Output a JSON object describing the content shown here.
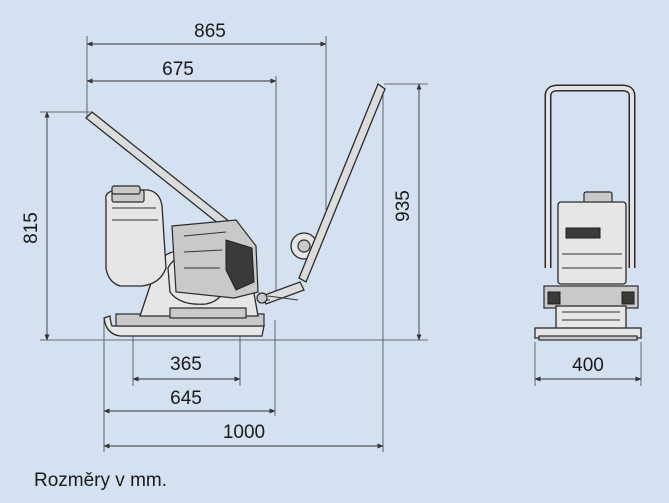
{
  "dimensions": {
    "top_width": "865",
    "handle_width": "675",
    "height_body": "815",
    "height_total": "935",
    "plate_length": "365",
    "base_length": "645",
    "total_length": "1000",
    "front_width": "400"
  },
  "caption": "Rozměry v mm.",
  "colors": {
    "background": "#d3e1f0",
    "line": "#333333"
  }
}
